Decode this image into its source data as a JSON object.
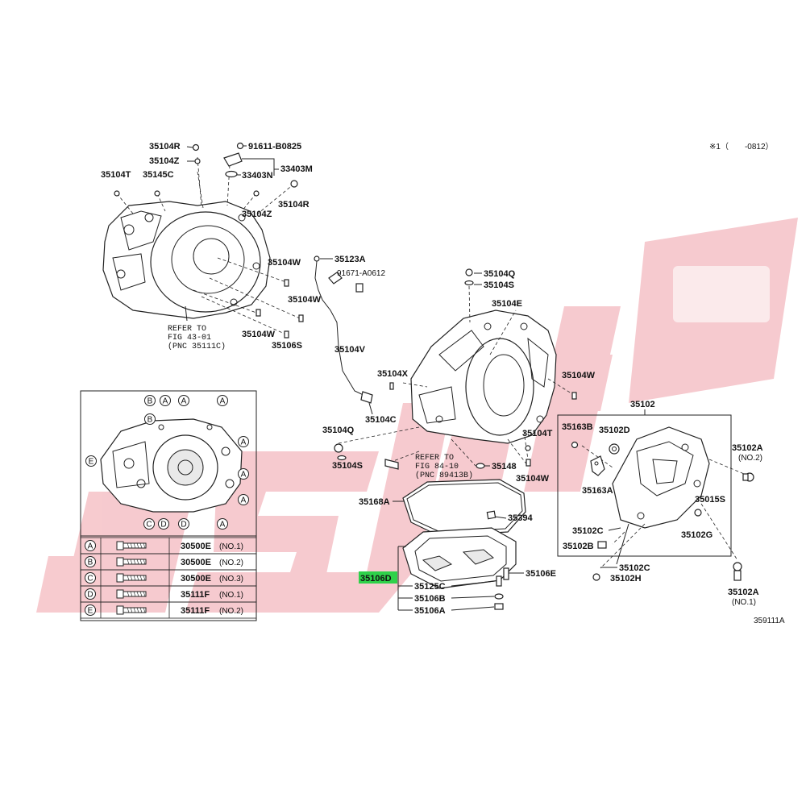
{
  "header": {
    "note": "※1（　　-0812）",
    "figure_id": "359111A"
  },
  "watermark": {
    "text": "JSJPIA",
    "color": "#f0a0a8"
  },
  "highlight": {
    "part": "35106D",
    "color": "#2fd14a"
  },
  "labels": {
    "p35104R_a": "35104R",
    "p91611": "91611-B0825",
    "p35104Z_a": "35104Z",
    "p33403M": "33403M",
    "p35104T_a": "35104T",
    "p35145C": "35145C",
    "p33403N": "33403N",
    "p35104R_b": "35104R",
    "p35104Z_b": "35104Z",
    "p35104W_a": "35104W",
    "p35123A": "35123A",
    "p91671": "91671-A0612",
    "p35104W_b": "35104W",
    "p35104W_c": "35104W",
    "p35106S_a": "35106S",
    "p35104V": "35104V",
    "p35104Q_a": "35104Q",
    "p35104S_a": "35104S",
    "p35104E": "35104E",
    "p35104X": "35104X",
    "p35104W_d": "35104W",
    "p35104C": "35104C",
    "p35104Q_b": "35104Q",
    "p35104T_b": "35104T",
    "p35104S_b": "35104S",
    "p35148": "35148",
    "p35104W_e": "35104W",
    "p35168A": "35168A",
    "p35394": "35394",
    "p35106D": "35106D",
    "p35125C": "35125C",
    "p35106E": "35106E",
    "p35106B": "35106B",
    "p35106A": "35106A",
    "p35102": "35102",
    "p35163B": "35163B",
    "p35102D": "35102D",
    "p35102A_a": "35102A",
    "no2": "(NO.2)",
    "p35163A": "35163A",
    "p35015S": "35015S",
    "p35102C_a": "35102C",
    "p35102G": "35102G",
    "p35102B": "35102B",
    "p35102C_b": "35102C",
    "p35102H": "35102H",
    "p35102A_b": "35102A",
    "no1": "(NO.1)"
  },
  "refer1": {
    "line1": "REFER TO",
    "line2": "FIG 43-01",
    "line3": "(PNC 35111C)"
  },
  "refer2": {
    "line1": "REFER TO",
    "line2": "FIG 84-10",
    "line3": "(PNC 89413B)"
  },
  "inset_markers": [
    "B",
    "A",
    "A",
    "B",
    "A",
    "E",
    "A",
    "A",
    "A",
    "C",
    "D",
    "D",
    "A"
  ],
  "bolt_table": [
    {
      "key": "A",
      "part": "30500E",
      "note": "(NO.1)"
    },
    {
      "key": "B",
      "part": "30500E",
      "note": "(NO.2)"
    },
    {
      "key": "C",
      "part": "30500E",
      "note": "(NO.3)"
    },
    {
      "key": "D",
      "part": "35111F",
      "note": "(NO.1)"
    },
    {
      "key": "E",
      "part": "35111F",
      "note": "(NO.2)"
    }
  ]
}
